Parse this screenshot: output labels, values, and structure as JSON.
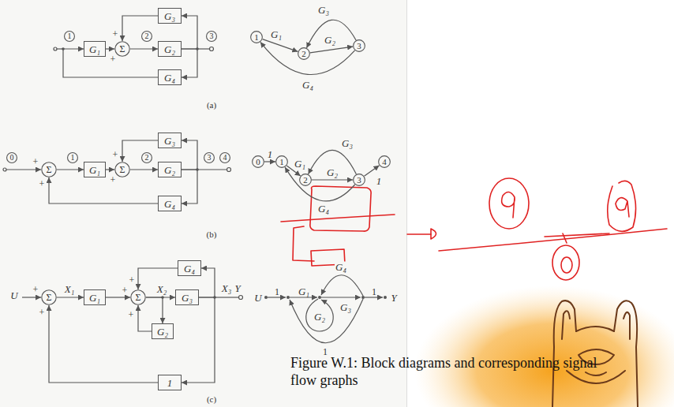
{
  "diagram": {
    "caption": "Figure W.1: Block diagrams and corresponding signal flow graphs",
    "nodes": [
      {
        "text": [
          "1"
        ]
      },
      {
        "text": [
          "G₁"
        ]
      },
      {
        "text": [
          "Σ"
        ]
      },
      {
        "text": [
          "2"
        ]
      },
      {
        "text": [
          "G₃"
        ]
      },
      {
        "text": [
          "G₂"
        ]
      },
      {
        "text": [
          "G₄"
        ]
      },
      {
        "text": [
          "3"
        ]
      },
      {
        "text": [
          "1"
        ]
      },
      {
        "text": [
          "2"
        ]
      },
      {
        "text": [
          "3"
        ]
      },
      {
        "text": [
          "0"
        ]
      },
      {
        "text": [
          "Σ"
        ]
      },
      {
        "text": [
          "1"
        ]
      },
      {
        "text": [
          "G₁"
        ]
      },
      {
        "text": [
          "Σ"
        ]
      },
      {
        "text": [
          "2"
        ]
      },
      {
        "text": [
          "G₃"
        ]
      },
      {
        "text": [
          "G₂"
        ]
      },
      {
        "text": [
          "G₄"
        ]
      },
      {
        "text": [
          "3"
        ]
      },
      {
        "text": [
          "4"
        ]
      },
      {
        "text": [
          "0"
        ]
      },
      {
        "text": [
          "1"
        ]
      },
      {
        "text": [
          "2"
        ]
      },
      {
        "text": [
          "3"
        ]
      },
      {
        "text": [
          "4"
        ]
      },
      {
        "text": [
          "Σ"
        ]
      },
      {
        "text": [
          "G₁"
        ]
      },
      {
        "text": [
          "Σ"
        ]
      },
      {
        "text": [
          "G₄"
        ]
      },
      {
        "text": [
          "G₃"
        ]
      },
      {
        "text": [
          "G₂"
        ]
      },
      {
        "text": [
          "1"
        ]
      }
    ],
    "edges": [
      {
        "from": 1,
        "to": 2,
        "arrow": "to"
      },
      {
        "from": 2,
        "to": 5,
        "arrow": "to"
      },
      {
        "from": 5,
        "to": 4,
        "arrow": "to"
      },
      {
        "from": 4,
        "to": 2,
        "arrow": "to"
      },
      {
        "from": 5,
        "to": 6,
        "arrow": "to"
      },
      {
        "from": 6,
        "to": 1,
        "arrow": "to"
      },
      {
        "from": 8,
        "to": 9,
        "label": "G₁",
        "arrow": "to"
      },
      {
        "from": 9,
        "to": 10,
        "label": "G₂",
        "arrow": "to"
      },
      {
        "from": 10,
        "to": 9,
        "label": "G₃",
        "arrow": "to"
      },
      {
        "from": 10,
        "to": 8,
        "label": "G₄",
        "arrow": "to"
      },
      {
        "from": 12,
        "to": 14,
        "arrow": "to"
      },
      {
        "from": 14,
        "to": 15,
        "arrow": "to"
      },
      {
        "from": 15,
        "to": 18,
        "arrow": "to"
      },
      {
        "from": 18,
        "to": 17,
        "arrow": "to"
      },
      {
        "from": 17,
        "to": 15,
        "arrow": "to"
      },
      {
        "from": 18,
        "to": 19,
        "arrow": "to"
      },
      {
        "from": 19,
        "to": 12,
        "arrow": "to"
      },
      {
        "from": 22,
        "to": 23,
        "label": "1",
        "arrow": "to"
      },
      {
        "from": 23,
        "to": 24,
        "label": "G₁",
        "arrow": "to"
      },
      {
        "from": 24,
        "to": 25,
        "label": "G₂",
        "arrow": "to"
      },
      {
        "from": 25,
        "to": 24,
        "label": "G₃",
        "arrow": "to"
      },
      {
        "from": 25,
        "to": 23,
        "label": "G₄",
        "arrow": "to"
      },
      {
        "from": 25,
        "to": 26,
        "label": "1",
        "arrow": "to"
      },
      {
        "from": 27,
        "to": 28,
        "arrow": "to"
      },
      {
        "from": 28,
        "to": 29,
        "arrow": "to"
      },
      {
        "from": 29,
        "to": 31,
        "arrow": "to"
      },
      {
        "from": 31,
        "to": 30,
        "arrow": "to"
      },
      {
        "from": 30,
        "to": 29,
        "arrow": "to"
      },
      {
        "from": 29,
        "to": 32,
        "arrow": "to"
      },
      {
        "from": 32,
        "to": 29,
        "arrow": "to"
      },
      {
        "from": 31,
        "to": 33,
        "arrow": "to"
      },
      {
        "from": 33,
        "to": 27,
        "arrow": "to"
      }
    ],
    "labels": [
      "+",
      "+",
      "(a)",
      "+",
      "+",
      "+",
      "+",
      "(b)",
      "U",
      "+",
      "+",
      "X₁",
      "+",
      "+",
      "+",
      "X₂",
      "X₃",
      "Y",
      "(c)",
      "U",
      "1",
      "G₁",
      "G₄",
      "G₂",
      "G₃",
      "1",
      "Y",
      "1"
    ]
  }
}
